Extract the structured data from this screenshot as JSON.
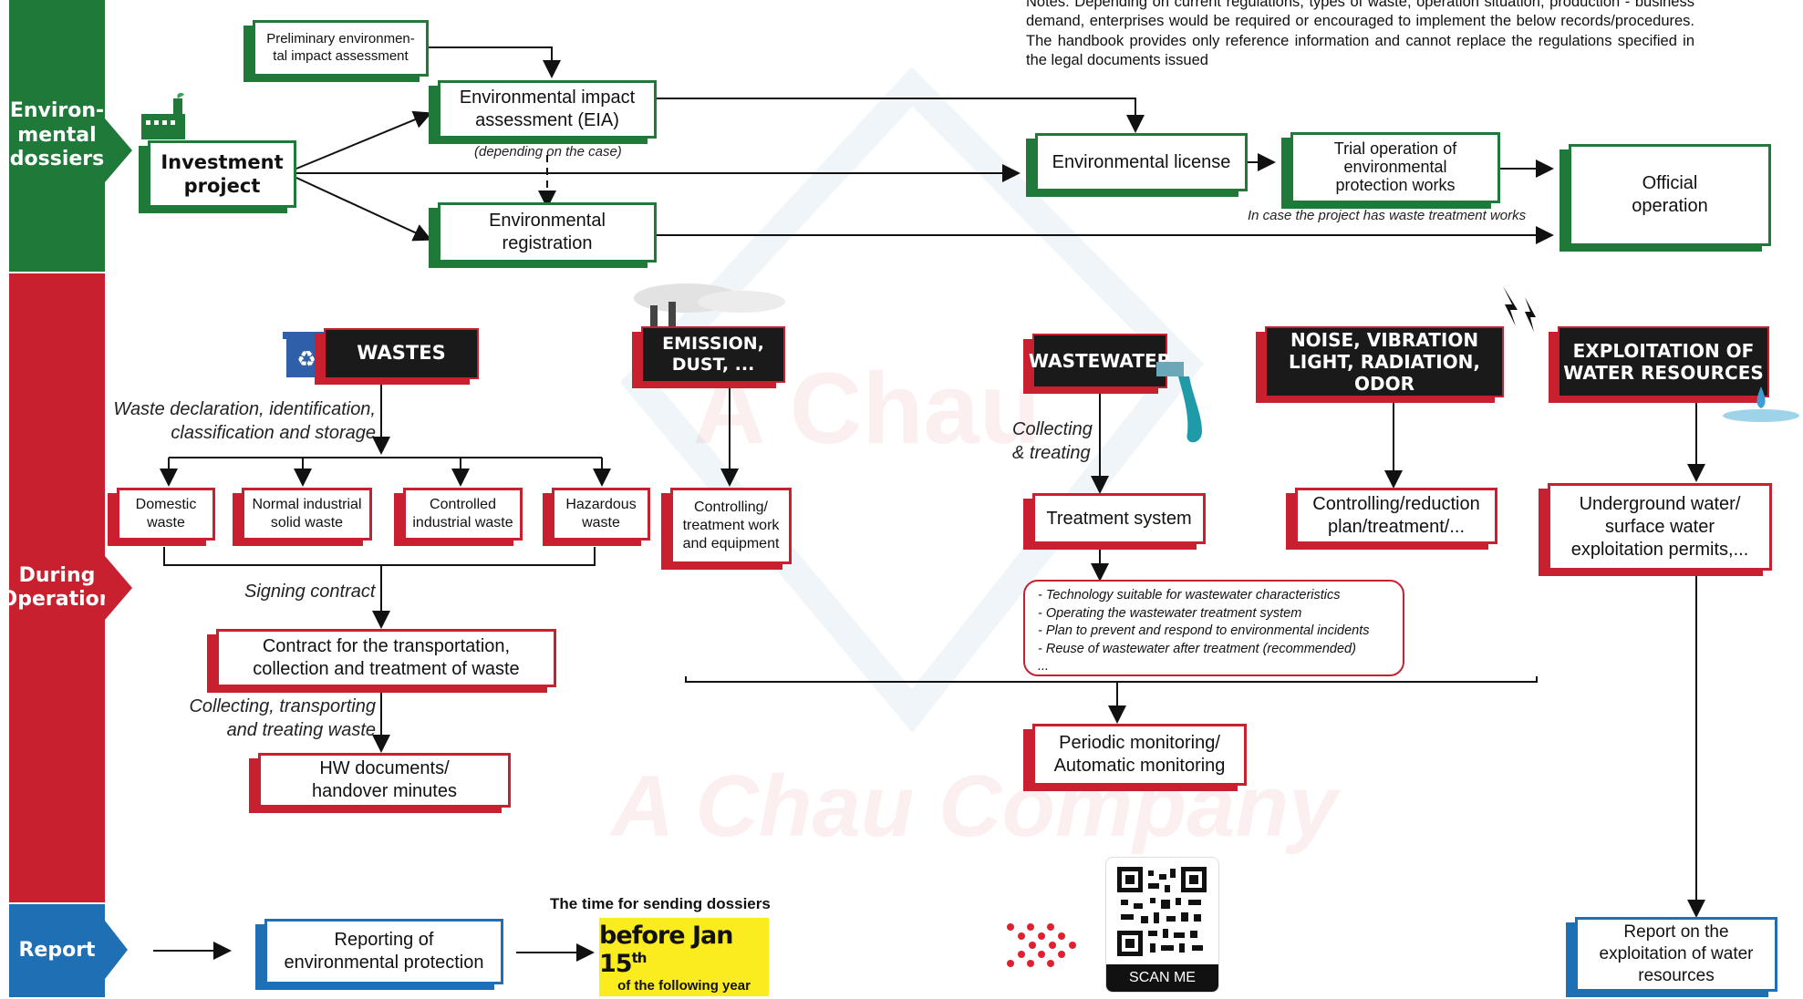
{
  "notes": "Notes: Depending on current regulations, types of waste, operation situation, production - business demand, enterprises would be required or encouraged to implement the below records/procedures. The handbook provides only reference information and cannot replace the regulations specified in the legal documents issued",
  "sections": [
    {
      "label": "Environ-\nmental\ndossiers",
      "color": "#1f7a3a"
    },
    {
      "label": "During\nOperation",
      "color": "#c8202f"
    },
    {
      "label": "Report",
      "color": "#1f6fb5"
    }
  ],
  "watermark": {
    "line1": "A Chau",
    "line2": "A Chau Company"
  },
  "dossiers": {
    "preliminary": "Preliminary environmen-\ntal impact assessment",
    "investment": "Investment\nproject",
    "eia": "Environmental impact\nassessment (EIA)",
    "depending": "(depending on the case)",
    "registration": "Environmental\nregistration",
    "license": "Environmental license",
    "trial": "Trial operation of\nenvironmental\nprotection works",
    "in_case": "In case the project has waste treatment works",
    "official": "Official\noperation"
  },
  "operation": {
    "wastes_head": "WASTES",
    "waste_decl": "Waste declaration, identification,\nclassification and storage",
    "domestic": "Domestic\nwaste",
    "normal": "Normal industrial\nsolid waste",
    "controlled": "Controlled\nindustrial  waste",
    "hazardous": "Hazardous\nwaste",
    "signing": "Signing contract",
    "contract": "Contract for the transportation,\ncollection and treatment of waste",
    "collecting": "Collecting, transporting\nand treating waste",
    "hw_docs": "HW documents/\nhandover minutes",
    "emission_head": "EMISSION,\nDUST, ...",
    "controlling_work": "Controlling/\ntreatment work\nand equipment",
    "wastewater_head": "WASTEWATER",
    "collecting_treating": "Collecting\n& treating",
    "treatment_system": "Treatment system",
    "tech_list": [
      "- Technology suitable for wastewater characteristics",
      "- Operating the wastewater treatment system",
      "- Plan to prevent and respond to environmental incidents",
      "- Reuse of wastewater after treatment (recommended)",
      "..."
    ],
    "noise_head": "NOISE, VIBRATION\nLIGHT, RADIATION, ODOR",
    "controlling_plan": "Controlling/reduction\nplan/treatment/...",
    "exploit_head": "EXPLOITATION OF\nWATER RESOURCES",
    "underground": "Underground water/\nsurface water\nexploitation permits,...",
    "monitoring": "Periodic monitoring/\nAutomatic monitoring"
  },
  "report": {
    "reporting": "Reporting of\nenvironmental protection",
    "time_label": "The time for sending dossiers",
    "deadline_main": "before Jan 15",
    "deadline_sup": "th",
    "deadline_sub": "of the following year",
    "scan": "SCAN ME",
    "report_water": "Report on the\nexploitation of water\nresources"
  }
}
